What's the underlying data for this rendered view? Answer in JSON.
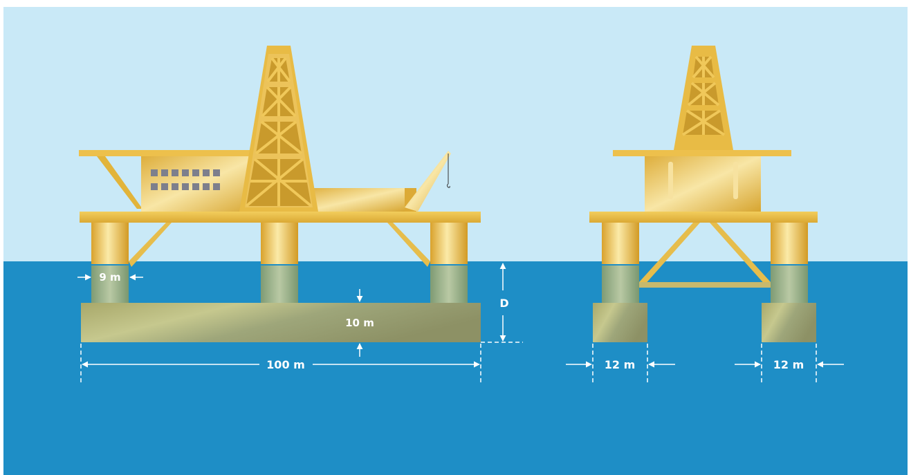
{
  "labels": {
    "column_diameter": "9 m",
    "pontoon_height": "10 m",
    "draft": "D",
    "pontoon_length": "100 m",
    "pontoon_width_left": "12 m",
    "pontoon_width_right": "12 m"
  },
  "colors": {
    "sky": "#c9e9f7",
    "sea": "#1e8ec6",
    "gold": "#e2b43a",
    "gold_light": "#f6e2a0",
    "hull": "#b9b779",
    "submerged_column": "#8fae88",
    "window": "#7d7f8c",
    "dimension": "#ffffff"
  },
  "icons": {
    "crane_hook": "hook-icon"
  }
}
